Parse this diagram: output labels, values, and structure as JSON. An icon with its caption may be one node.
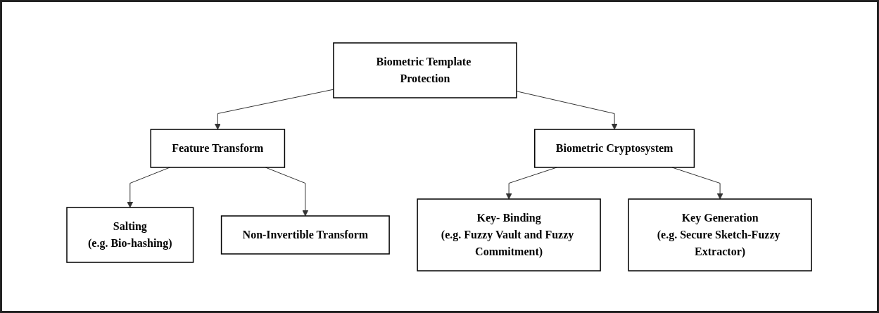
{
  "diagram": {
    "nodes": [
      {
        "text": [
          "Biometric Template Protection"
        ]
      },
      {
        "text": [
          "Feature Transform"
        ]
      },
      {
        "text": [
          "Biometric Cryptosystem"
        ]
      },
      {
        "text": [
          "Salting",
          "(e.g. Bio-hashing)"
        ]
      },
      {
        "text": [
          "Non-Invertible Transform"
        ]
      },
      {
        "text": [
          "Key- Binding",
          "(e.g. Fuzzy Vault and Fuzzy Commitment)"
        ]
      },
      {
        "text": [
          "Key Generation",
          "(e.g. Secure Sketch-Fuzzy Extractor)"
        ]
      }
    ],
    "edges": [
      {
        "from": 0,
        "to": 1,
        "arrow": "to"
      },
      {
        "from": 0,
        "to": 2,
        "arrow": "to"
      },
      {
        "from": 1,
        "to": 3,
        "arrow": "to"
      },
      {
        "from": 1,
        "to": 4,
        "arrow": "to"
      },
      {
        "from": 2,
        "to": 5,
        "arrow": "to"
      },
      {
        "from": 2,
        "to": 6,
        "arrow": "to"
      }
    ]
  }
}
